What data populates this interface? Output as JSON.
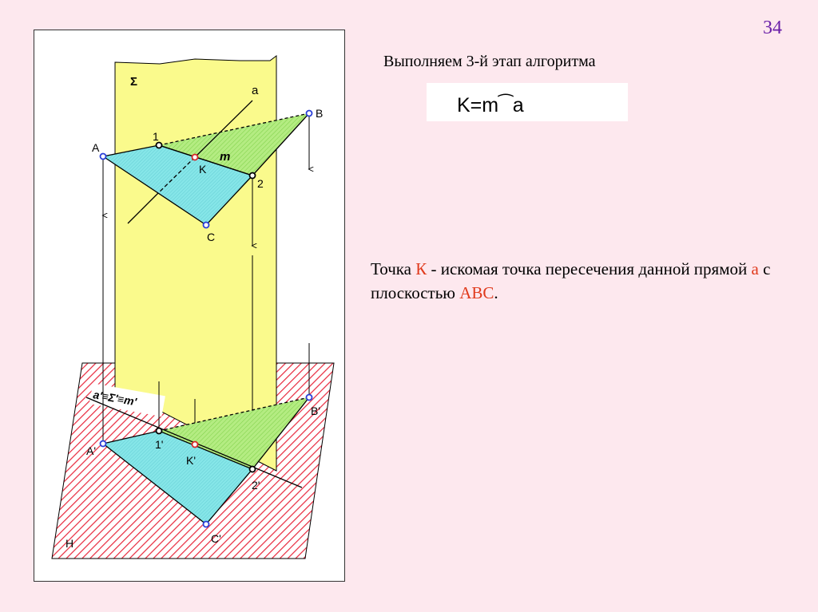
{
  "slide_number": "34",
  "heading": "Выполняем 3-й этап алгоритма",
  "formula": {
    "lhs": "K=m",
    "cap_symbol": "⁀",
    "rhs": "a"
  },
  "description": {
    "part1": "Точка ",
    "point": "К",
    "part2": " - искомая точка пересечения данной прямой ",
    "line": "а",
    "part3": " с плоскостью ",
    "plane": "АВС",
    "part4": "."
  },
  "diagram": {
    "labels": {
      "sigma": "Σ",
      "a": "a",
      "B": "B",
      "one": "1",
      "A": "A",
      "m": "m",
      "K": "K",
      "two": "2",
      "C": "C",
      "trace": "a'≡Σ'≡m'",
      "B_prime": "B'",
      "A_prime": "A'",
      "one_prime": "1'",
      "K_prime": "K'",
      "two_prime": "2'",
      "C_prime": "C'",
      "H": "H"
    },
    "colors": {
      "sigma_plane": "#fafa8c",
      "triangle_fill": "#86e6e8",
      "hatch_red": "#e8283c",
      "green_fill": "#b4ec82",
      "point_blue": "#2a3fd8",
      "point_red": "#d8282a"
    }
  }
}
